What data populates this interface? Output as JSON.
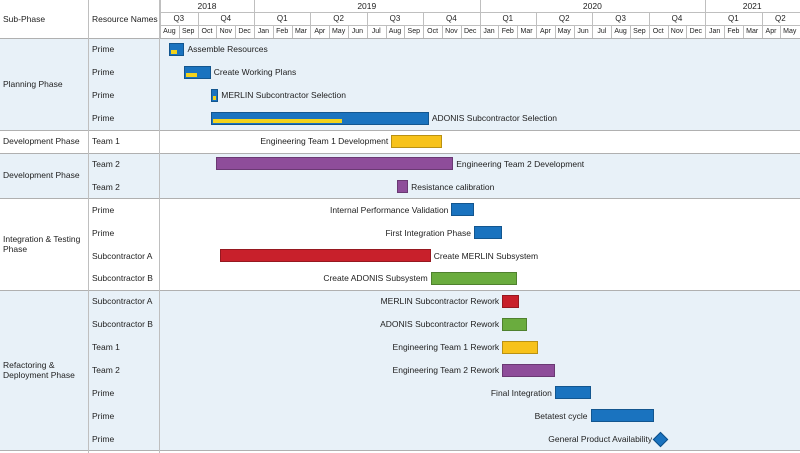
{
  "header": {
    "col_subphase": "Sub-Phase",
    "col_resource": "Resource Names",
    "years": [
      "2018",
      "2019",
      "2020",
      "2021"
    ],
    "quarters": [
      {
        "label": "Q3",
        "start": 0,
        "len": 2
      },
      {
        "label": "Q4",
        "start": 2,
        "len": 3
      },
      {
        "label": "Q1",
        "start": 5,
        "len": 3
      },
      {
        "label": "Q2",
        "start": 8,
        "len": 3
      },
      {
        "label": "Q3",
        "start": 11,
        "len": 3
      },
      {
        "label": "Q4",
        "start": 14,
        "len": 3
      },
      {
        "label": "Q1",
        "start": 17,
        "len": 3
      },
      {
        "label": "Q2",
        "start": 20,
        "len": 3
      },
      {
        "label": "Q3",
        "start": 23,
        "len": 3
      },
      {
        "label": "Q4",
        "start": 26,
        "len": 3
      },
      {
        "label": "Q1",
        "start": 29,
        "len": 3
      },
      {
        "label": "Q2",
        "start": 32,
        "len": 2
      }
    ],
    "months": [
      "Aug",
      "Sep",
      "Oct",
      "Nov",
      "Dec",
      "Jan",
      "Feb",
      "Mar",
      "Apr",
      "May",
      "Jun",
      "Jul",
      "Aug",
      "Sep",
      "Oct",
      "Nov",
      "Dec",
      "Jan",
      "Feb",
      "Mar",
      "Apr",
      "May",
      "Jun",
      "Jul",
      "Aug",
      "Sep",
      "Oct",
      "Nov",
      "Dec",
      "Jan",
      "Feb",
      "Mar",
      "Apr",
      "May"
    ]
  },
  "colors": {
    "blue": "#1a73bf",
    "yellow": "#f7c21a",
    "purple": "#8e4d9a",
    "red": "#c8202b",
    "green": "#6aac3e",
    "progress": "#f2d21b",
    "band": "#e8f1f8",
    "grid": "#bfbfbf"
  },
  "phases": [
    {
      "label": "Planning Phase",
      "rows": [
        0,
        1,
        2,
        3
      ],
      "shade": true
    },
    {
      "label": "Development Phase",
      "rows": [
        4
      ],
      "shade": false
    },
    {
      "label": "Development Phase",
      "rows": [
        5,
        6
      ],
      "shade": true
    },
    {
      "label": "Integration & Testing Phase",
      "rows": [
        7,
        8,
        9,
        10
      ],
      "shade": false
    },
    {
      "label": "Refactoring & Deployment Phase",
      "rows": [
        11,
        12,
        13,
        14,
        15,
        16,
        17
      ],
      "shade": true
    }
  ],
  "tasks": [
    {
      "resource": "Prime",
      "name": "Assemble Resources",
      "start": 0.5,
      "end": 1.3,
      "color": "blue",
      "progress": 0.45,
      "label_side": "right"
    },
    {
      "resource": "Prime",
      "name": "Create Working Plans",
      "start": 1.3,
      "end": 2.7,
      "color": "blue",
      "progress": 0.45,
      "label_side": "right"
    },
    {
      "resource": "Prime",
      "name": "MERLIN Subcontractor Selection",
      "start": 2.7,
      "end": 3.1,
      "color": "blue",
      "progress": 0.5,
      "label_side": "right"
    },
    {
      "resource": "Prime",
      "name": "ADONIS Subcontractor Selection",
      "start": 2.7,
      "end": 14.3,
      "color": "blue",
      "progress": 0.6,
      "label_side": "right"
    },
    {
      "resource": "Team 1",
      "name": "Engineering Team 1 Development",
      "start": 12.3,
      "end": 15,
      "color": "yellow",
      "progress": 0,
      "label_side": "left"
    },
    {
      "resource": "Team 2",
      "name": "Engineering Team 2 Development",
      "start": 3,
      "end": 15.6,
      "color": "purple",
      "progress": 0,
      "label_side": "right"
    },
    {
      "resource": "Team 2",
      "name": "Resistance calibration",
      "start": 12.6,
      "end": 13.2,
      "color": "purple",
      "progress": 0,
      "label_side": "right"
    },
    {
      "resource": "Prime",
      "name": "Internal Performance Validation",
      "start": 15.5,
      "end": 16.7,
      "color": "blue",
      "progress": 0,
      "label_side": "left"
    },
    {
      "resource": "Prime",
      "name": "First Integration Phase",
      "start": 16.7,
      "end": 18.2,
      "color": "blue",
      "progress": 0,
      "label_side": "left"
    },
    {
      "resource": "Subcontractor A",
      "name": "Create MERLIN Subsystem",
      "start": 3.2,
      "end": 14.4,
      "color": "red",
      "progress": 0,
      "label_side": "right"
    },
    {
      "resource": "Subcontractor B",
      "name": "Create ADONIS Subsystem",
      "start": 14.4,
      "end": 19,
      "color": "green",
      "progress": 0,
      "label_side": "left"
    },
    {
      "resource": "Subcontractor A",
      "name": "MERLIN Subcontractor Rework",
      "start": 18.2,
      "end": 19.1,
      "color": "red",
      "progress": 0,
      "label_side": "left"
    },
    {
      "resource": "Subcontractor B",
      "name": "ADONIS Subcontractor Rework",
      "start": 18.2,
      "end": 19.5,
      "color": "green",
      "progress": 0,
      "label_side": "left"
    },
    {
      "resource": "Team 1",
      "name": "Engineering Team 1 Rework",
      "start": 18.2,
      "end": 20.1,
      "color": "yellow",
      "progress": 0,
      "label_side": "left"
    },
    {
      "resource": "Team 2",
      "name": "Engineering Team 2 Rework",
      "start": 18.2,
      "end": 21,
      "color": "purple",
      "progress": 0,
      "label_side": "left"
    },
    {
      "resource": "Prime",
      "name": "Final Integration",
      "start": 21,
      "end": 22.9,
      "color": "blue",
      "progress": 0,
      "label_side": "left"
    },
    {
      "resource": "Prime",
      "name": "Betatest cycle",
      "start": 22.9,
      "end": 26.3,
      "color": "blue",
      "progress": 0,
      "label_side": "left"
    },
    {
      "resource": "Prime",
      "name": "General Product Availability",
      "start": 26.6,
      "end": 26.6,
      "color": "blue",
      "progress": 0,
      "label_side": "left",
      "milestone": true
    }
  ]
}
